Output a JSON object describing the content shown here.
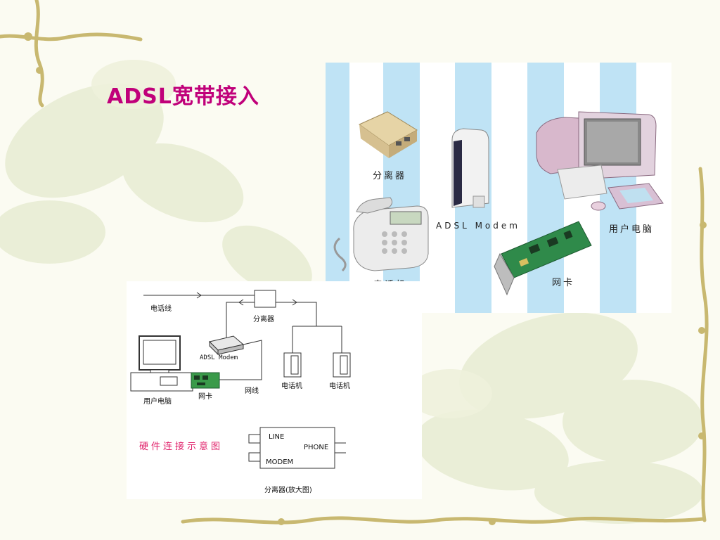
{
  "slide": {
    "title": "ADSL宽带接入"
  },
  "photo": {
    "labels": {
      "splitter": "分离器",
      "modem": "ADSL Modem",
      "computer": "用户电脑",
      "phone": "电话机",
      "nic": "网卡"
    }
  },
  "schematic": {
    "labels": {
      "phone_line": "电话线",
      "splitter": "分离器",
      "adsl_modem": "ADSL Modem",
      "user_pc": "用户电脑",
      "nic": "网卡",
      "net_cable": "网线",
      "phone_1": "电话机",
      "phone_2": "电话机"
    },
    "caption": "硬件连接示意图",
    "splitter_detail": {
      "line": "LINE",
      "phone": "PHONE",
      "modem": "MODEM",
      "caption": "分离器(放大图)"
    }
  },
  "colors": {
    "title": "#c0007a",
    "caption": "#e0206a",
    "stripe": "#bfe3f5",
    "vine": "#c8b870"
  }
}
